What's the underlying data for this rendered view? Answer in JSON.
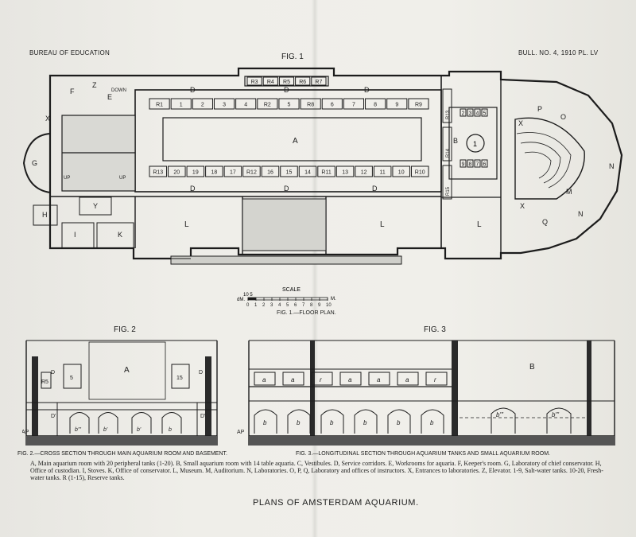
{
  "header": {
    "left": "BUREAU OF EDUCATION",
    "right": "BULL. NO. 4, 1910 PL. LV"
  },
  "fig1": {
    "title": "FIG. 1",
    "caption": "FIG. 1.—FLOOR PLAN.",
    "scale_title": "SCALE",
    "scale_dm": "dM.",
    "scale_left": "10 5",
    "scale_nums": [
      "0",
      "1",
      "2",
      "3",
      "4",
      "5",
      "6",
      "7",
      "8",
      "9",
      "10"
    ],
    "scale_m": "M.",
    "labels": {
      "F": "F",
      "Z": "Z",
      "E": "E",
      "DOWN": "DOWN",
      "X": "X",
      "G": "G",
      "H": "H",
      "Y": "Y",
      "I": "I",
      "K": "K",
      "UP": "UP",
      "D": "D",
      "A": "A",
      "L": "L",
      "B": "B",
      "P": "P",
      "O": "O",
      "N": "N",
      "M": "M",
      "Q": "Q"
    },
    "reserve_tanks": [
      "R3",
      "R4",
      "R5",
      "R6",
      "R7"
    ],
    "upper_tanks": [
      "R1",
      "1",
      "2",
      "3",
      "4",
      "R2",
      "5",
      "R8",
      "6",
      "7",
      "8",
      "9",
      "R9"
    ],
    "lower_tanks": [
      "R13",
      "20",
      "19",
      "18",
      "17",
      "R12",
      "16",
      "15",
      "14",
      "R11",
      "13",
      "12",
      "11",
      "10",
      "R10"
    ],
    "small_top": [
      "2",
      "3",
      "4",
      "5"
    ],
    "small_bottom": [
      "9",
      "8",
      "7",
      "6"
    ],
    "small_center": "1",
    "vert_left": [
      "R13",
      "R14",
      "R15"
    ]
  },
  "fig2": {
    "title": "FIG. 2",
    "caption": "FIG. 2.—CROSS SECTION THROUGH MAIN AQUARIUM ROOM AND BASEMENT.",
    "labels": [
      "R5",
      "5",
      "D",
      "A",
      "15",
      "D",
      "D'",
      "D'",
      "AP",
      "b'''",
      "b'",
      "b'",
      "b"
    ]
  },
  "fig3": {
    "title": "FIG. 3",
    "caption": "FIG. 3.—LONGITUDINAL SECTION THROUGH AQUARIUM TANKS AND SMALL AQUARIUM ROOM.",
    "labels_a": [
      "a",
      "a",
      "r",
      "a",
      "a",
      "a",
      "r"
    ],
    "labels_b": [
      "b",
      "b",
      "b",
      "b",
      "b",
      "b"
    ],
    "labels_bb": [
      "b'''",
      "b'''"
    ],
    "B": "B",
    "AP": "AP"
  },
  "legend": "A, Main aquarium room with 20 peripheral tanks (1-20). B, Small aquarium room with 14 table aquaria. C, Vestibules. D, Service corridors. E, Workrooms for aquaria. F, Keeper's room. G, Laboratory of chief conservator. H, Office of custodian. I, Stoves. K, Office of conservator. L, Museum. M, Auditorium. N, Laboratories. O, P, Q, Laboratory and offices of instructors. X, Entrances to laboratories. Z, Elevator. 1-9, Salt-water tanks. 10-20, Fresh-water tanks. R (1-15), Reserve tanks.",
  "page_title": "PLANS OF AMSTERDAM AQUARIUM."
}
